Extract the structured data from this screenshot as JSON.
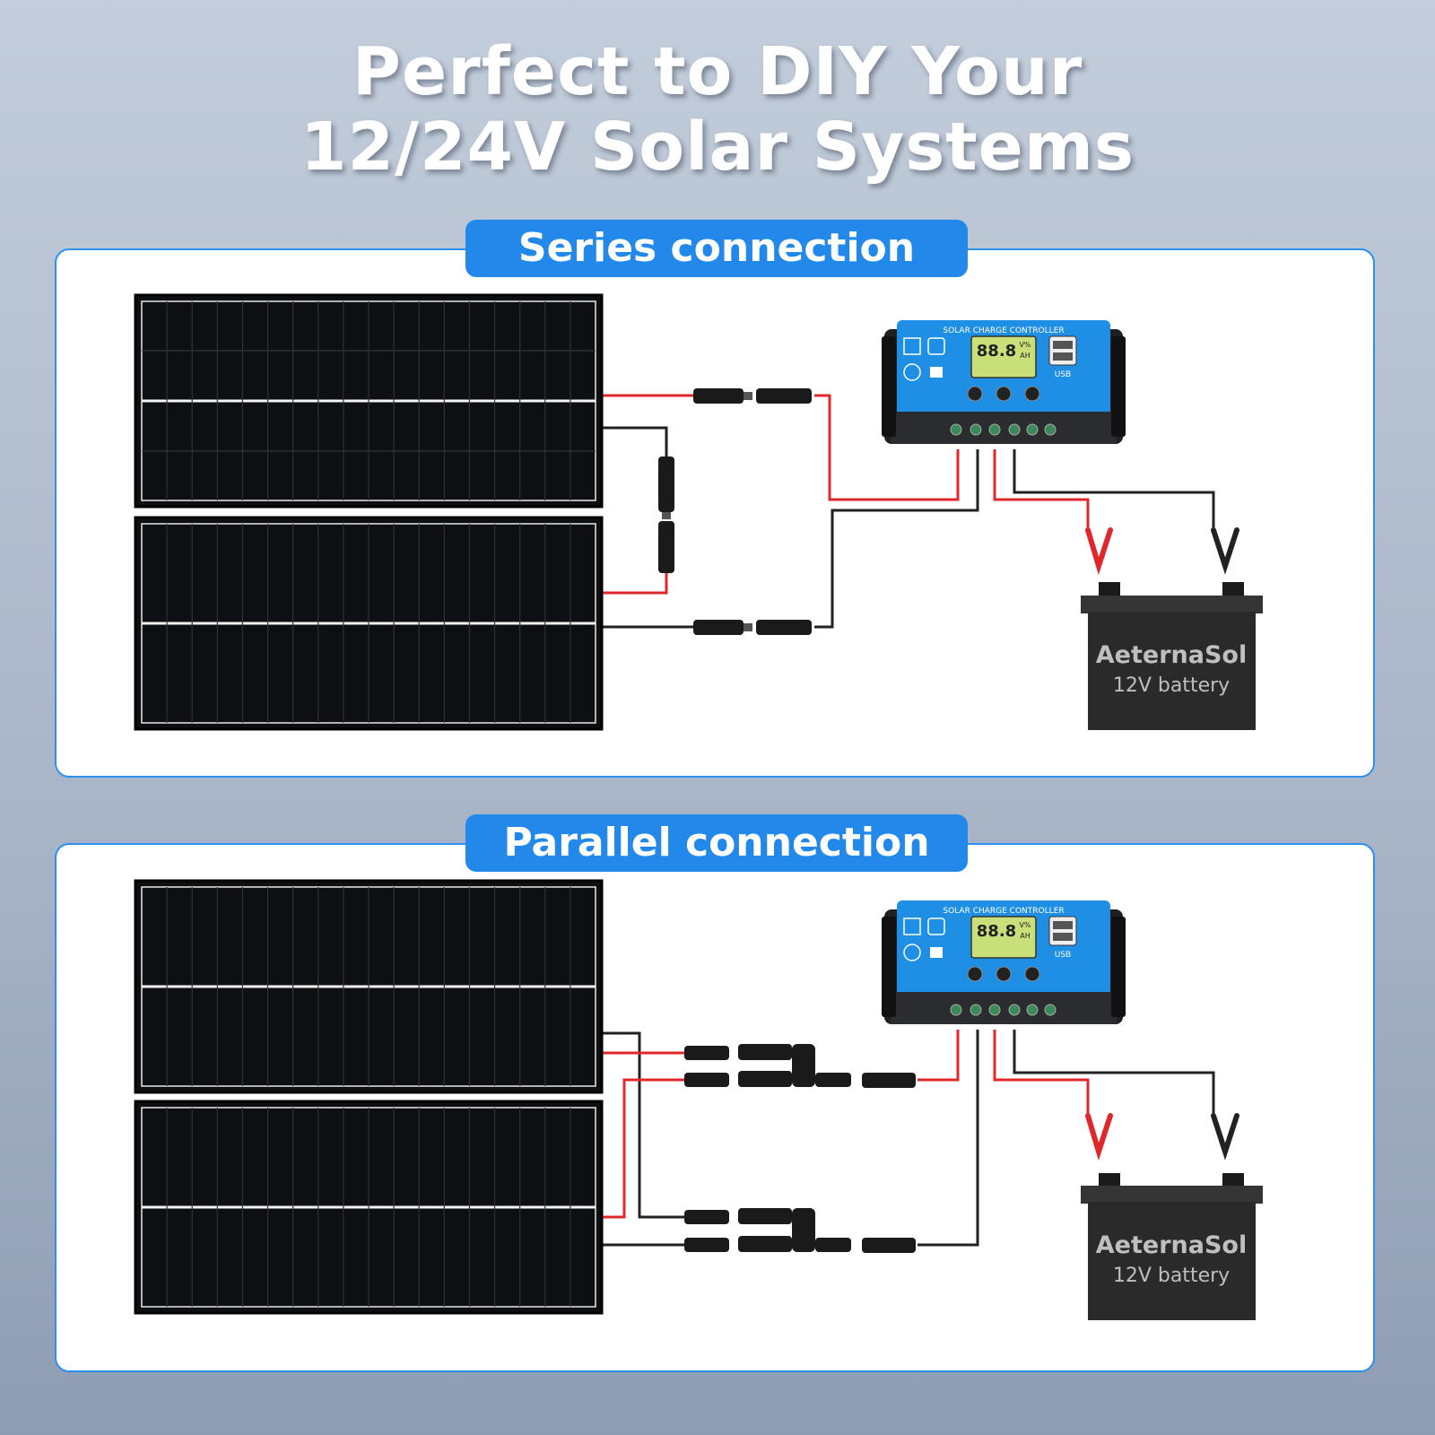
{
  "headline": {
    "line1": "Perfect to DIY Your",
    "line2": "12/24V Solar Systems"
  },
  "colors": {
    "accent_blue": "#2289ea",
    "wire_red": "#e0282c",
    "wire_black": "#222222",
    "panel_dark": "#0e0f12",
    "battery_body": "#2a2a2a"
  },
  "series": {
    "label": "Series connection",
    "controller": {
      "title": "SOLAR CHARGE CONTROLLER",
      "display": "88.8",
      "units_top": "V%",
      "units_bottom": "AH",
      "usb_label": "USB"
    },
    "battery": {
      "brand": "AeternaSol",
      "label": "12V battery"
    }
  },
  "parallel": {
    "label": "Parallel connection",
    "controller": {
      "title": "SOLAR CHARGE CONTROLLER",
      "display": "88.8",
      "units_top": "V%",
      "units_bottom": "AH",
      "usb_label": "USB"
    },
    "battery": {
      "brand": "AeternaSol",
      "label": "12V battery"
    }
  }
}
